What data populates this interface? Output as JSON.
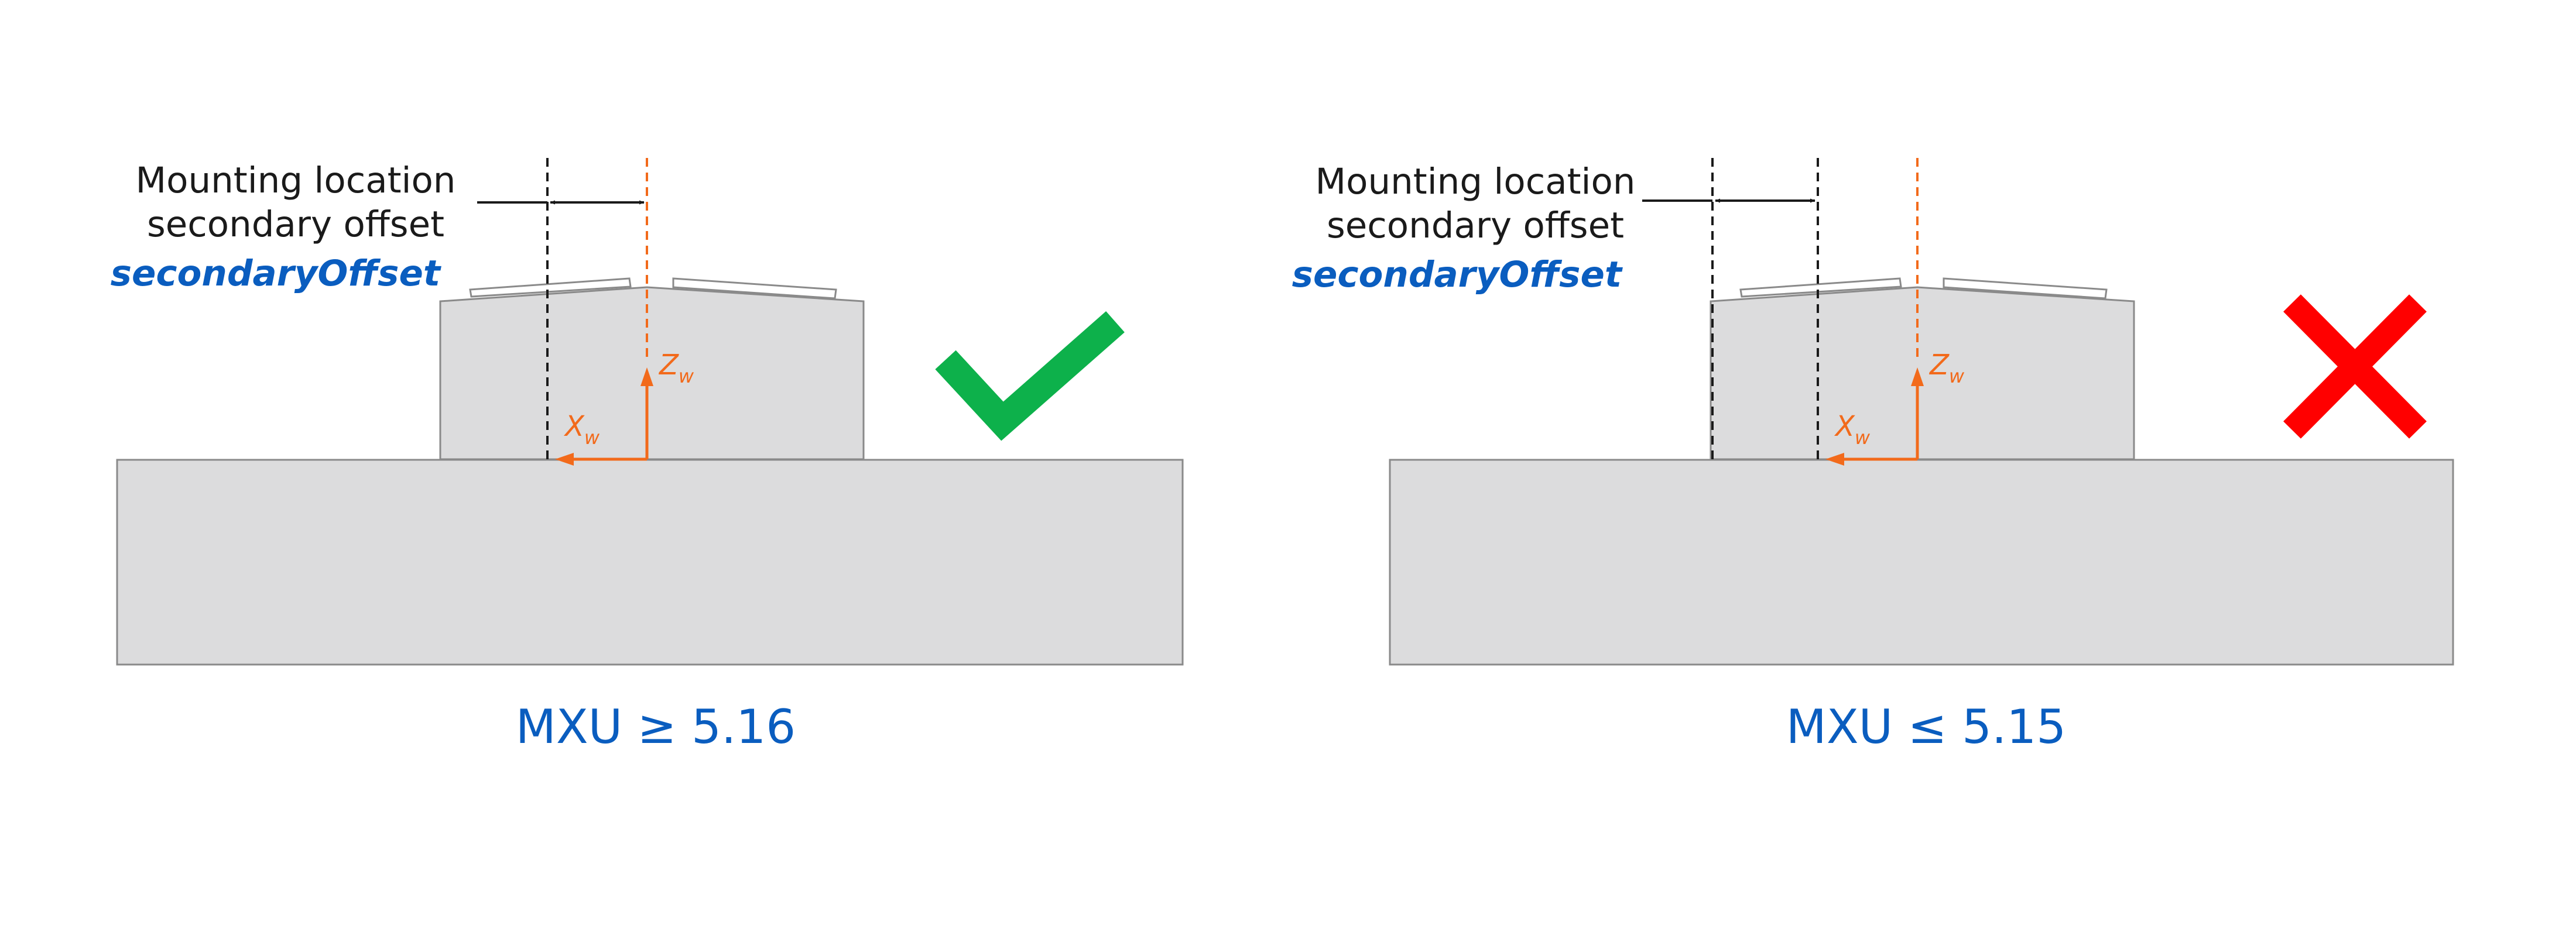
{
  "colors": {
    "text": "#1a1a1a",
    "param": "#0a5dbf",
    "version": "#0a5dbf",
    "axis": "#f26a1b",
    "base_fill": "#dcdcdd",
    "outline": "#8a8a8a",
    "valid": "#0db14b",
    "invalid": "#ff0000"
  },
  "panels": [
    {
      "label_line1": "Mounting location",
      "label_line2": "secondary offset",
      "parameter": "secondaryOffset",
      "axis_x": "X",
      "axis_z": "Z",
      "axis_subscript": "w",
      "version": "MXU ≥ 5.16",
      "status": "valid",
      "status_icon": "checkmark-icon"
    },
    {
      "label_line1": "Mounting location",
      "label_line2": "secondary offset",
      "parameter": "secondaryOffset",
      "axis_x": "X",
      "axis_z": "Z",
      "axis_subscript": "w",
      "version": "MXU ≤ 5.15",
      "status": "invalid",
      "status_icon": "cross-icon"
    }
  ]
}
